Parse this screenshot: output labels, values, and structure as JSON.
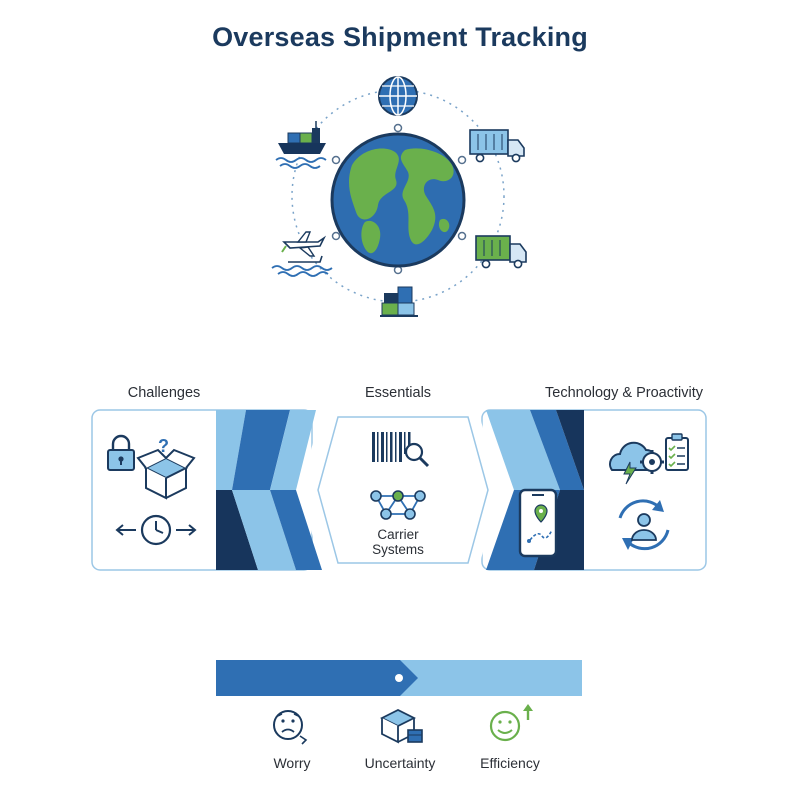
{
  "title": "Overseas Shipment Tracking",
  "sections": {
    "challenges": "Challenges",
    "essentials": "Essentials",
    "technology": "Technology & Proactivity"
  },
  "essentials_items": {
    "carrier_line1": "Carrier",
    "carrier_line2": "Systems"
  },
  "outcomes": [
    "Worry",
    "Uncertainty",
    "Efficiency"
  ],
  "colors": {
    "navy": "#1b3a5e",
    "dark_blue": "#17355c",
    "mid_blue": "#2f6fb3",
    "light_blue": "#8cc4e8",
    "green": "#6ab04c",
    "border": "#9cc7e6"
  },
  "icons": [
    "globe-icon",
    "ship-icon",
    "truck-icon",
    "airplane-icon",
    "container-icon",
    "lock-icon",
    "open-box-icon",
    "clock-icon",
    "barcode-icon",
    "network-icon",
    "smartphone-icon",
    "cloud-gear-icon",
    "checklist-icon",
    "user-refresh-icon",
    "worried-face-icon",
    "boxes-icon",
    "happy-face-icon"
  ]
}
